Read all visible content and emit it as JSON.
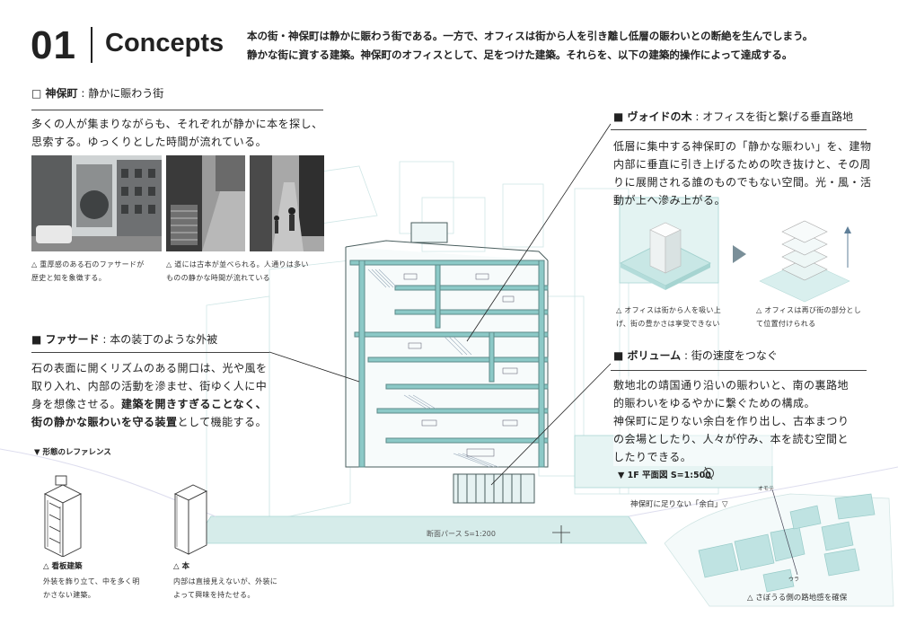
{
  "header": {
    "number": "01",
    "title": "Concepts",
    "intro_line1": "本の街・神保町は静かに賑わう街である。一方で、オフィスは街から人を引き離し低層の賑わいとの断絶を生んでしまう。",
    "intro_line2": "静かな街に資する建築。神保町のオフィスとして、足をつけた建築。それらを、以下の建築的操作によって達成する。"
  },
  "jinbocho": {
    "head_key": "□ 神保町",
    "head_rest": " : 静かに賑わう街",
    "body_line1": "多くの人が集まりながらも、それぞれが静かに本を探し、",
    "body_line2": "思索する。ゆっくりとした時間が流れている。",
    "caption1_line1": "△ 重厚感のある石のファサードが",
    "caption1_line2": "歴史と知を象徴する。",
    "caption2_line1": "△ 道には古本が並べられる。人通りは多い",
    "caption2_line2": "ものの静かな時間が流れている"
  },
  "facade": {
    "head_key": "■ ファサード",
    "head_rest": " : 本の装丁のような外被",
    "body_line1": "石の表面に開くリズムのある開口は、光や風を",
    "body_line2": "取り入れ、内部の活動を滲ませ、街ゆく人に中",
    "body_line3": "身を想像させる。",
    "body_bold1": "建築を開きすぎることなく、",
    "body_bold2": "街の静かな賑わいを守る装置",
    "body_line4_rest": "として機能する。"
  },
  "reference": {
    "title": "▼ 形態のレファレンス",
    "ref1_title": "△ 看板建築",
    "ref1_line1": "外装を飾り立て、中を多く明",
    "ref1_line2": "かさない建築。",
    "ref2_title": "△ 本",
    "ref2_line1": "内部は直接見えないが、外装に",
    "ref2_line2": "よって興味を持たせる。"
  },
  "void_tree": {
    "head_key": "■ ヴォイドの木",
    "head_rest": " : オフィスを街と繋げる垂直路地",
    "body_line1": "低層に集中する神保町の「静かな賑わい」を、建物",
    "body_line2": "内部に垂直に引き上げるための吹き抜けと、その周",
    "body_line3": "りに展開される誰のものでもない空間。光・風・活",
    "body_line4": "動が上へ滲み上がる。",
    "caption1_line1": "△ オフィスは街から人を吸い上",
    "caption1_line2": "げ、街の豊かさは享受できない",
    "caption2_line1": "△ オフィスは再び街の部分とし",
    "caption2_line2": "て位置付けられる"
  },
  "volume": {
    "head_key": "■ ボリューム",
    "head_rest": " : 街の速度をつなぐ",
    "body_line1": "敷地北の靖国通り沿いの賑わいと、南の裏路地",
    "body_line2": "的賑わいをゆるやかに繋ぐための構成。",
    "body_line3": "神保町に足りない余白を作り出し、古本まつり",
    "body_line4": "の会場としたり、人々が佇み、本を読む空間と",
    "body_line5": "したりできる。"
  },
  "plan": {
    "title": "▼ 1F 平面図 S=1:500",
    "note": "神保町に足りない「余白」▽",
    "label_north": "オモテ",
    "label_south": "ウラ",
    "caption": "△ さぼうる側の路地感を確保"
  },
  "section": {
    "caption": "断面パース S=1:200"
  },
  "colors": {
    "accent_teal": "#bfe3e2",
    "teal_dark": "#8cc9c7",
    "text": "#222222"
  }
}
